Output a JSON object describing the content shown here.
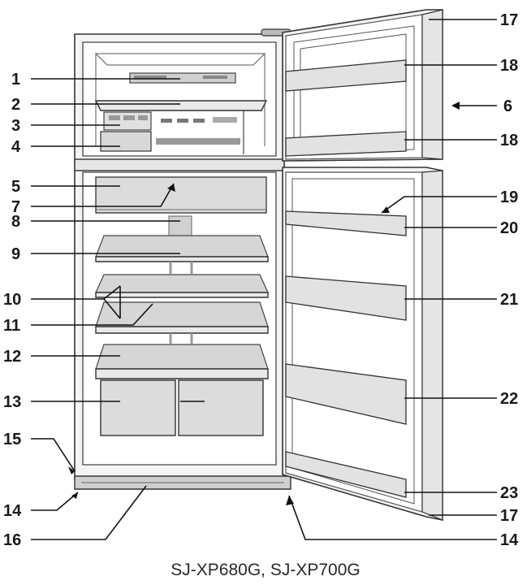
{
  "callouts": {
    "c1": "1",
    "c2": "2",
    "c3": "3",
    "c4": "4",
    "c5": "5",
    "c6": "6",
    "c7": "7",
    "c8": "8",
    "c9": "9",
    "c10": "10",
    "c11": "11",
    "c12": "12",
    "c13": "13",
    "c14a": "14",
    "c14b": "14",
    "c15": "15",
    "c16": "16",
    "c17a": "17",
    "c17b": "17",
    "c18a": "18",
    "c18b": "18",
    "c19": "19",
    "c20": "20",
    "c21": "21",
    "c22": "22",
    "c23": "23"
  },
  "caption": "SJ-XP680G, SJ-XP700G"
}
